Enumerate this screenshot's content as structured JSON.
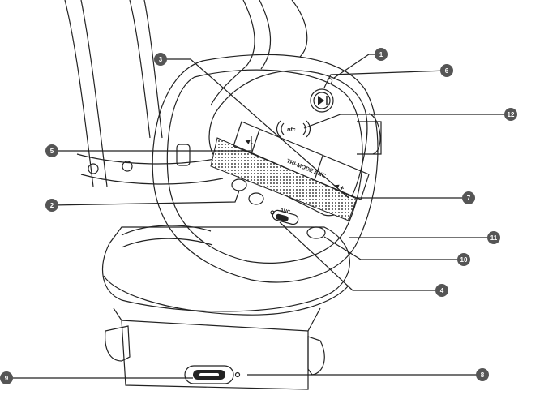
{
  "device_labels": {
    "panel_text": "TRI-MODE ANC",
    "anc_label": "ANC",
    "nfc_label": "nfc",
    "vol_minus": "◄–",
    "vol_plus": "◄+"
  },
  "callouts": [
    {
      "number": "1"
    },
    {
      "number": "2"
    },
    {
      "number": "3"
    },
    {
      "number": "4"
    },
    {
      "number": "5"
    },
    {
      "number": "6"
    },
    {
      "number": "7"
    },
    {
      "number": "8"
    },
    {
      "number": "9"
    },
    {
      "number": "10"
    },
    {
      "number": "11"
    },
    {
      "number": "12"
    }
  ],
  "colors": {
    "callout_fill": "#555555",
    "outline": "#222222",
    "shade": "#f2f2f2"
  }
}
